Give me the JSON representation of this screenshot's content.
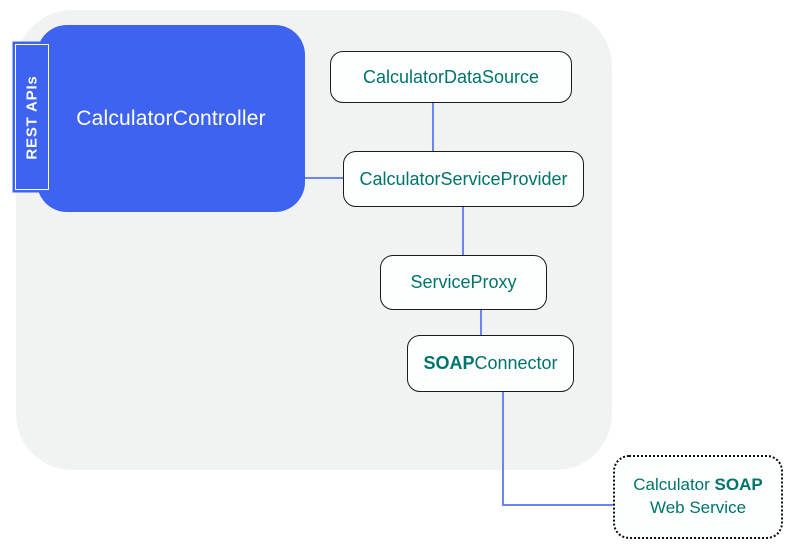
{
  "colors": {
    "accent-blue": "#3d63f0",
    "connector-blue": "#6a84f1",
    "teal-text": "#00736b",
    "container-gray": "#f1f2f2",
    "box-border": "#1c1c1c",
    "box-fill": "#fdfefe"
  },
  "diagram": {
    "rest_api_tab": {
      "label": "REST APIs"
    },
    "controller": {
      "label": "CalculatorController"
    },
    "data_source": {
      "label": "CalculatorDataSource"
    },
    "service_provider": {
      "label": "CalculatorServiceProvider"
    },
    "service_proxy": {
      "label": "ServiceProxy"
    },
    "soap_connector": {
      "label_bold": "SOAP",
      "label_regular": "Connector"
    },
    "web_service": {
      "line1_regular": "Calculator ",
      "line1_bold": "SOAP",
      "line2": "Web Service"
    }
  }
}
